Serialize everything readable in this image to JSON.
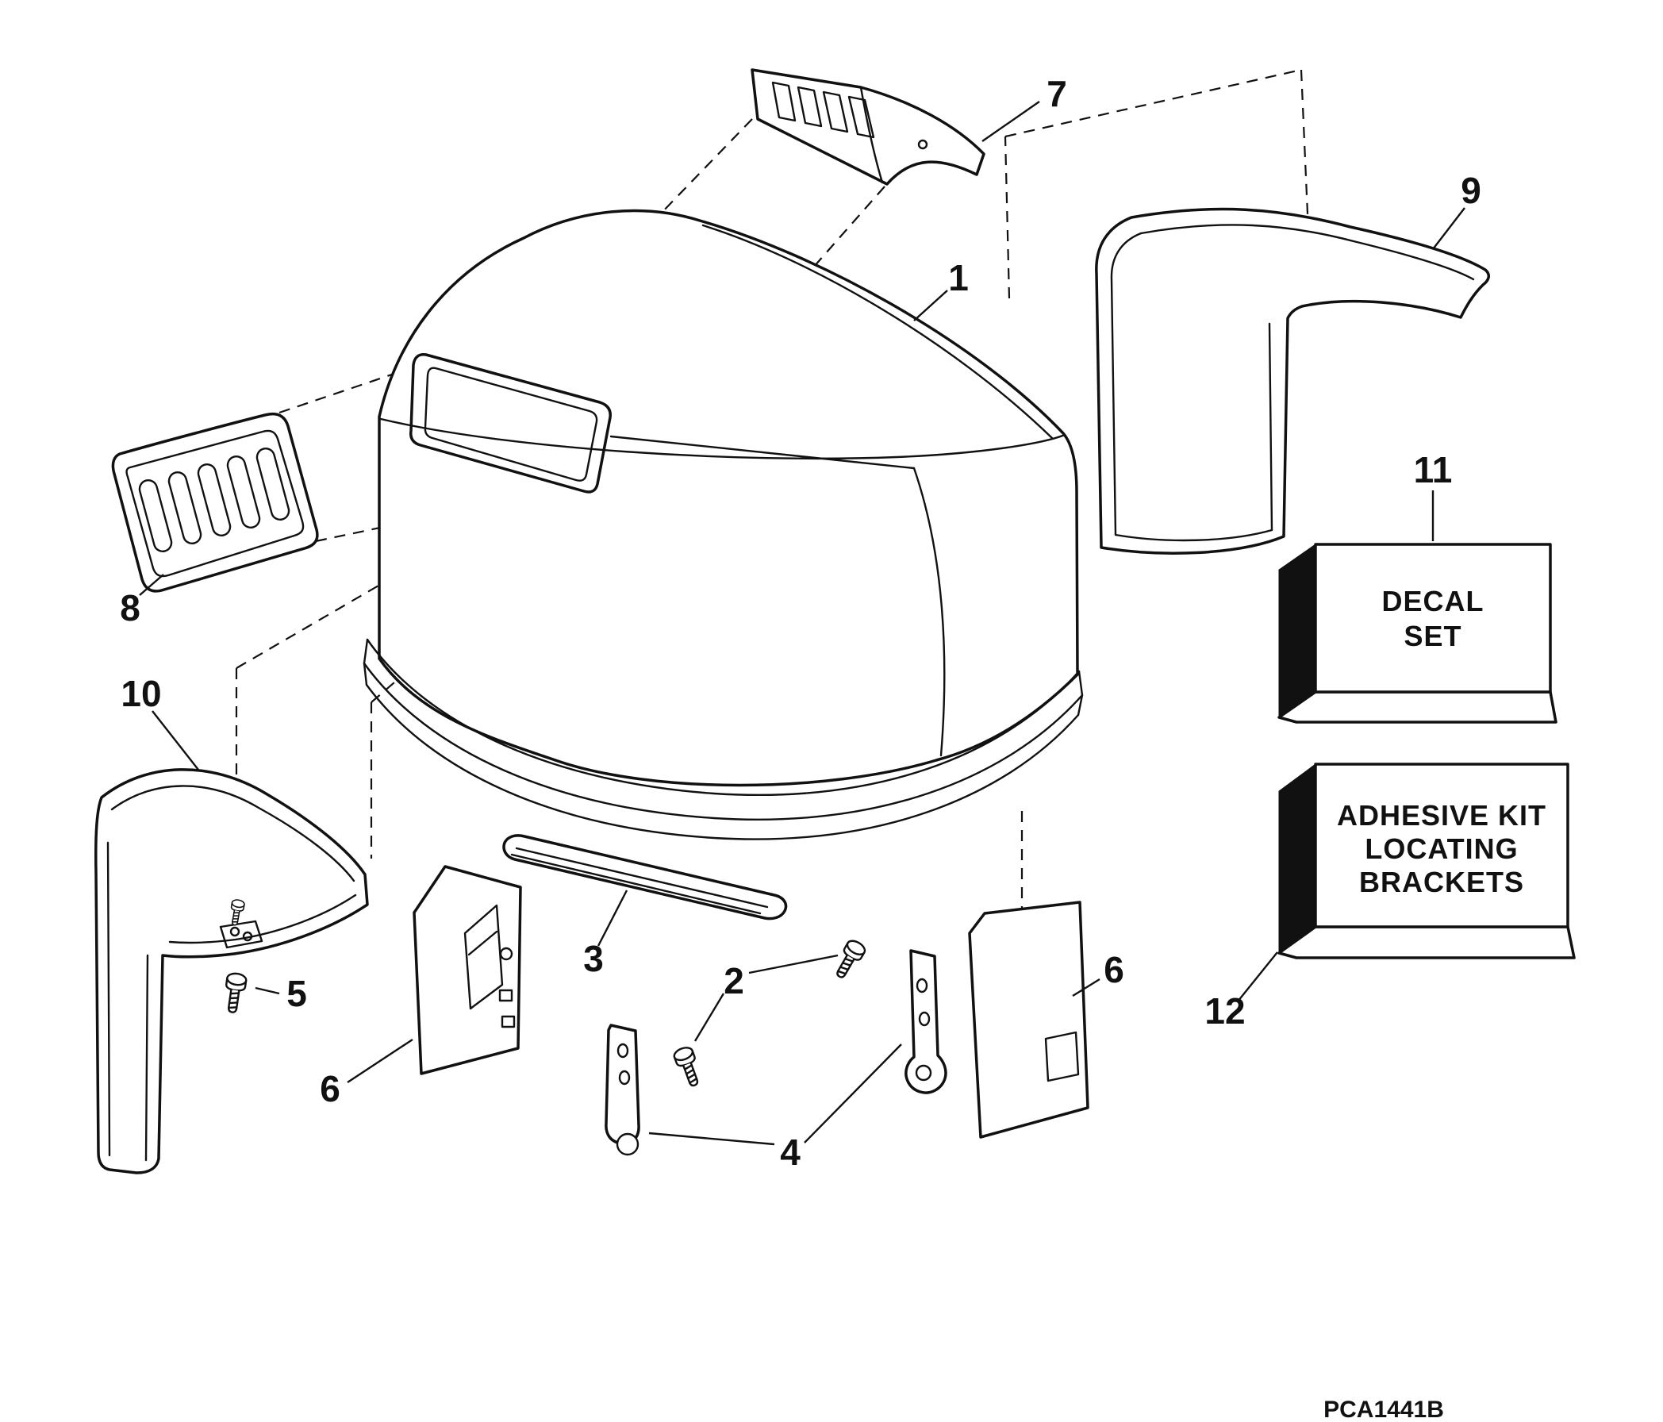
{
  "diagram": {
    "callouts": {
      "1": "1",
      "2": "2",
      "3": "3",
      "4": "4",
      "5": "5",
      "6": "6",
      "7": "7",
      "8": "8",
      "9": "9",
      "10": "10",
      "11": "11",
      "12": "12"
    },
    "decal_box": {
      "line1": "DECAL",
      "line2": "SET"
    },
    "adhesive_box": {
      "line1": "ADHESIVE KIT",
      "line2": "LOCATING",
      "line3": "BRACKETS"
    },
    "drawing_code": "PCA1441B",
    "colors": {
      "ink": "#111111",
      "background": "#ffffff"
    }
  }
}
